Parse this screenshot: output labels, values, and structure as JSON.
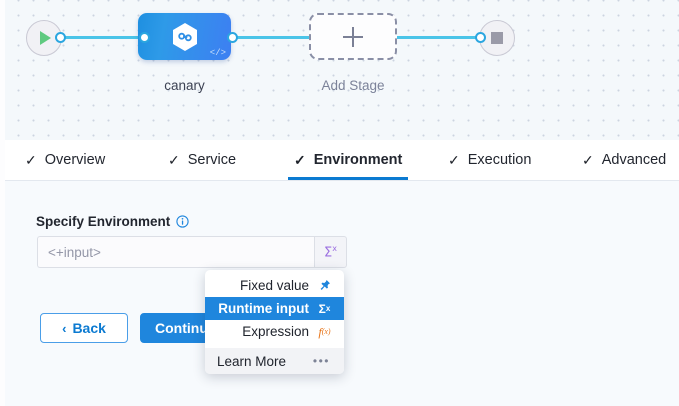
{
  "canvas": {
    "start_node": {
      "name": "start-node",
      "icon": "play-icon"
    },
    "end_node": {
      "name": "end-node",
      "icon": "stop-icon"
    },
    "stage": {
      "label": "canary",
      "icon": "harness-hexagon-icon",
      "code_icon": "code-icon"
    },
    "add_stage": {
      "label": "Add Stage",
      "icon": "plus-icon"
    },
    "connector_color": "#4ac4e8",
    "stage_gradient_from": "#1e8fe0",
    "stage_gradient_to": "#3d7ff2"
  },
  "tabs": [
    {
      "label": "Overview",
      "check": "✓",
      "active": false
    },
    {
      "label": "Service",
      "check": "✓",
      "active": false
    },
    {
      "label": "Environment",
      "check": "✓",
      "active": true
    },
    {
      "label": "Execution",
      "check": "✓",
      "active": false
    },
    {
      "label": "Advanced",
      "check": "✓",
      "active": false
    }
  ],
  "active_tab_color": "#0b7ad1",
  "form": {
    "field_label": "Specify Environment",
    "info_icon": "info-icon",
    "input_value": "",
    "input_placeholder": "<+input>",
    "sigma_symbol": "Σ",
    "sigma_superscript": "x"
  },
  "buttons": {
    "back_label": "Back",
    "back_chevron": "‹",
    "continue_label": "Continue"
  },
  "dropdown": {
    "items": [
      {
        "label": "Fixed value",
        "icon": "pin-icon",
        "glyph": "📌",
        "selected": false
      },
      {
        "label": "Runtime input",
        "icon": "sigma-icon",
        "glyph": "Σ",
        "selected": true
      },
      {
        "label": "Expression",
        "icon": "fx-icon",
        "glyph": "f(x)",
        "selected": false
      }
    ],
    "footer": {
      "label": "Learn More",
      "more_icon": "ellipsis-icon",
      "more_glyph": "•••"
    },
    "selected_bg": "#1f86dd"
  }
}
